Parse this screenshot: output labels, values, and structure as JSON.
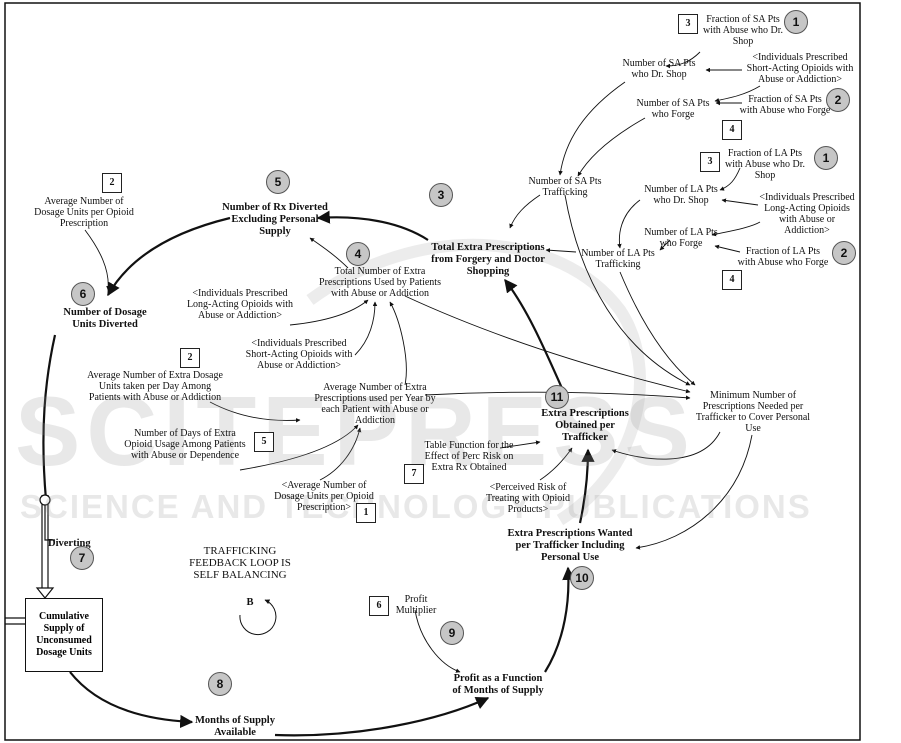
{
  "watermark": {
    "big": "SCITEPRESS",
    "small": "SCIENCE AND TECHNOLOGY PUBLICATIONS"
  },
  "stock": {
    "label": "Cumulative\nSupply of\nUnconsumed\nDosage Units"
  },
  "flow": {
    "label": "Diverting"
  },
  "loop": {
    "title": "TRAFFICKING\nFEEDBACK LOOP IS\nSELF BALANCING",
    "symbol": "B"
  },
  "variables": {
    "fraction_sa_dr_shop": "Fraction of SA Pts\nwith Abuse who Dr.\nShop",
    "number_sa_dr_shop": "Number of SA Pts\nwho Dr. Shop",
    "individuals_sa_top": "<Individuals Prescribed\nShort-Acting Opioids with\nAbuse or Addiction>",
    "number_sa_forge": "Number of SA Pts\nwho Forge",
    "fraction_sa_forge": "Fraction of SA Pts\nwith Abuse who Forge",
    "number_sa_trafficking": "Number of SA Pts\nTrafficking",
    "fraction_la_dr_shop": "Fraction of LA Pts\nwith Abuse who Dr.\nShop",
    "number_la_dr_shop": "Number of LA Pts\nwho Dr. Shop",
    "individuals_la_top": "<Individuals Prescribed\nLong-Acting Opioids\nwith Abuse or\nAddiction>",
    "number_la_forge": "Number of LA Pts\nwho Forge",
    "fraction_la_forge": "Fraction of LA Pts\nwith Abuse who Forge",
    "number_la_trafficking": "Number of LA Pts\nTrafficking",
    "total_extra_rx": "Total Extra Prescriptions\nfrom Forgery and Doctor\nShopping",
    "rx_diverted": "Number of Rx Diverted\nExcluding Personal\nSupply",
    "avg_dosage_units": "Average Number of\nDosage Units per Opioid\nPrescription",
    "total_rx_used": "Total Number of Extra\nPrescriptions Used by Patients\nwith Abuse or Addiction",
    "individuals_la_mid": "<Individuals Prescribed\nLong-Acting Opioids with\nAbuse or Addiction>",
    "individuals_sa_mid": "<Individuals Prescribed\nShort-Acting Opioids with\nAbuse or Addiction>",
    "dosage_units_diverted": "Number of Dosage\nUnits Diverted",
    "avg_extra_per_day": "Average Number of Extra Dosage\nUnits taken per Day Among\nPatients with Abuse or Addiction",
    "avg_extra_per_year": "Average Number of Extra\nPrescriptions used per Year by\neach Patient with Abuse or\nAddiction",
    "days_extra_usage": "Number of Days of Extra\nOpioid Usage Among Patients\nwith Abuse or Dependence",
    "min_rx_needed": "Minimum Number of\nPrescriptions Needed per\nTrafficker to Cover Personal\nUse",
    "extra_rx_obtained": "Extra Prescriptions\nObtained per\nTrafficker",
    "table_function": "Table Function for the\nEffect of Perc Risk on\nExtra Rx Obtained",
    "perceived_risk": "<Perceived Risk of\nTreating with Opioid\nProducts>",
    "avg_dosage_units_shadow": "<Average Number of\nDosage Units per Opioid\nPrescription>",
    "extra_rx_wanted": "Extra Prescriptions Wanted\nper Trafficker Including\nPersonal Use",
    "profit_multiplier": "Profit\nMultiplier",
    "profit_function": "Profit as a Function\nof Months of Supply",
    "months_supply": "Months of Supply\nAvailable"
  },
  "badges": {
    "b_sa_drshop": "3",
    "b_sa_forge": "4",
    "b_la_drshop": "3",
    "b_la_forge": "4",
    "b_avg_dosage": "2",
    "b_avg_extra_day": "2",
    "b_days_extra": "5",
    "b_table_fn": "7",
    "b_avg_dosage_shadow": "1",
    "b_profit_mult": "6"
  },
  "circles": {
    "c_sa_drshop": "1",
    "c_sa_forge": "2",
    "c_la_drshop": "1",
    "c_la_forge": "2",
    "c_rx_diverted": "5",
    "c_total_extra": "3",
    "c_total_used": "4",
    "c_dosage_diverted": "6",
    "c_extra_obtained": "11",
    "c_diverting": "7",
    "c_extra_wanted": "10",
    "c_profit_fn": "9",
    "c_months": "8"
  },
  "colors": {
    "circle_fill": "#c6c6c6",
    "line": "#111111"
  }
}
